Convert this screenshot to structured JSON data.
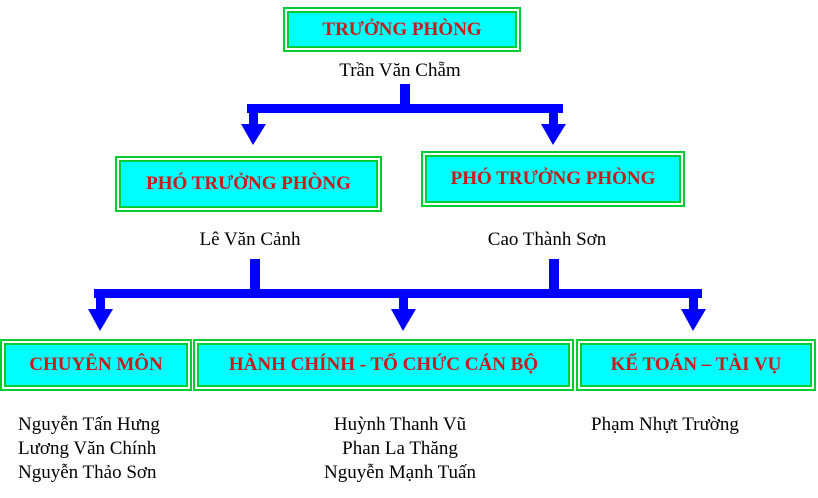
{
  "head": {
    "title": "TRƯỞNG PHÒNG",
    "person": "Trần Văn Chẵm"
  },
  "deputies": [
    {
      "title": "PHÓ TRƯỞNG PHÒNG",
      "person": "Lê Văn Cảnh"
    },
    {
      "title": "PHÓ TRƯỞNG PHÒNG",
      "person": "Cao Thành Sơn"
    }
  ],
  "departments": [
    {
      "title": "CHUYÊN MÔN",
      "members": [
        "Nguyễn Tấn Hưng",
        "Lương Văn Chính",
        "Nguyễn Thảo Sơn"
      ]
    },
    {
      "title": "HÀNH CHÍNH - TỔ CHỨC CÁN BỘ",
      "members": [
        "Huỳnh Thanh Vũ",
        "Phan La Thăng",
        "Nguyễn Mạnh Tuấn"
      ]
    },
    {
      "title": "KẾ TOÁN – TÀI VỤ",
      "members": [
        "Phạm Nhựt Trường"
      ]
    }
  ],
  "colors": {
    "box_fill": "#00ffff",
    "box_border": "#00cc33",
    "title_text": "#cc1a1a",
    "connector": "#0000ff"
  }
}
